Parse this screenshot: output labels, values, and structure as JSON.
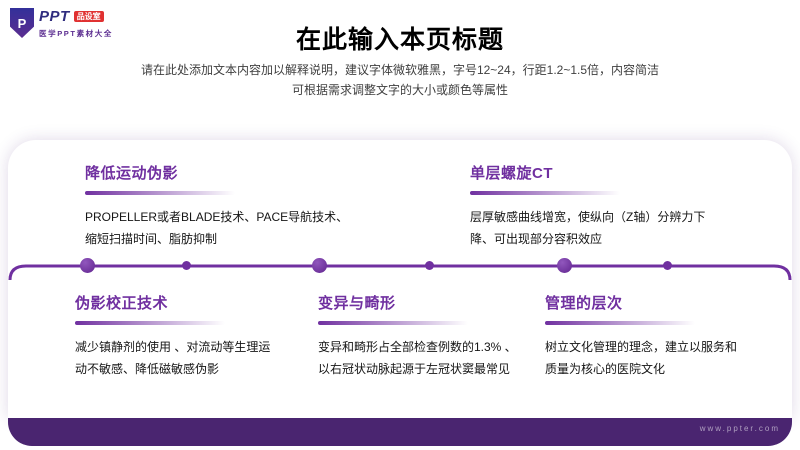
{
  "logo": {
    "shield_letter": "P",
    "brand": "PPT",
    "badge": "品设室",
    "tagline": "医学PPT素材大全"
  },
  "header": {
    "title": "在此输入本页标题",
    "subtitle_line1": "请在此处添加文本内容加以解释说明，建议字体微软雅黑，字号12~24，行距1.2~1.5倍，内容简洁",
    "subtitle_line2": "可根据需求调整文字的大小或颜色等属性"
  },
  "items_top": [
    {
      "title": "降低运动伪影",
      "body": "PROPELLER或者BLADE技术、PACE导航技术、缩短扫描时间、脂肪抑制"
    },
    {
      "title": "单层螺旋CT",
      "body": "层厚敏感曲线增宽，使纵向（Z轴）分辨力下降、可出现部分容积效应"
    }
  ],
  "items_bottom": [
    {
      "title": "伪影校正技术",
      "body": "减少镇静剂的使用 、对流动等生理运动不敏感、降低磁敏感伪影"
    },
    {
      "title": "变异与畸形",
      "body": "变异和畸形占全部检查例数的1.3% 、以右冠状动脉起源于左冠状窦最常见"
    },
    {
      "title": "管理的层次",
      "body": "树立文化管理的理念，建立以服务和质量为核心的医院文化"
    }
  ],
  "footer": {
    "watermark": "www.ppter.com"
  },
  "colors": {
    "accent": "#7030A0",
    "bottom_bar": "#4A2570",
    "badge_red": "#E03131"
  }
}
